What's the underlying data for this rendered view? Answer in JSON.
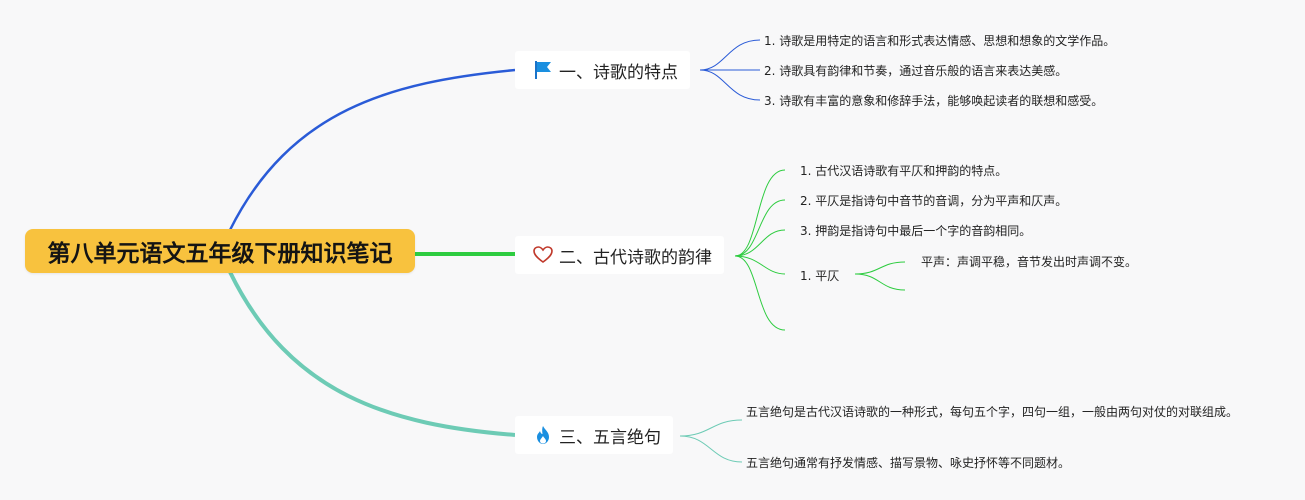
{
  "root": {
    "title": "第八单元语文五年级下册知识笔记"
  },
  "branches": [
    {
      "title": "一、诗歌的特点",
      "icon": "flag-icon",
      "color": "#2a5bd7",
      "items": [
        "1. 诗歌是用特定的语言和形式表达情感、思想和想象的文学作品。",
        "2. 诗歌具有韵律和节奏，通过音乐般的语言来表达美感。",
        "3. 诗歌有丰富的意象和修辞手法，能够唤起读者的联想和感受。"
      ]
    },
    {
      "title": "二、古代诗歌的韵律",
      "icon": "heart-icon",
      "color": "#2ecc40",
      "items": [
        "1. 古代汉语诗歌有平仄和押韵的特点。",
        "2. 平仄是指诗句中音节的音调，分为平声和仄声。",
        "3. 押韵是指诗句中最后一个字的音韵相同。",
        "1. 平仄"
      ],
      "subitems": [
        "平声：声调平稳，音节发出时声调不变。"
      ]
    },
    {
      "title": "三、五言绝句",
      "icon": "flame-icon",
      "color": "#6dcbb5",
      "items": [
        "五言绝句是古代汉语诗歌的一种形式，每句五个字，四句一组，一般由两句对仗的对联组成。",
        "五言绝句通常有抒发情感、描写景物、咏史抒怀等不同题材。"
      ]
    }
  ]
}
